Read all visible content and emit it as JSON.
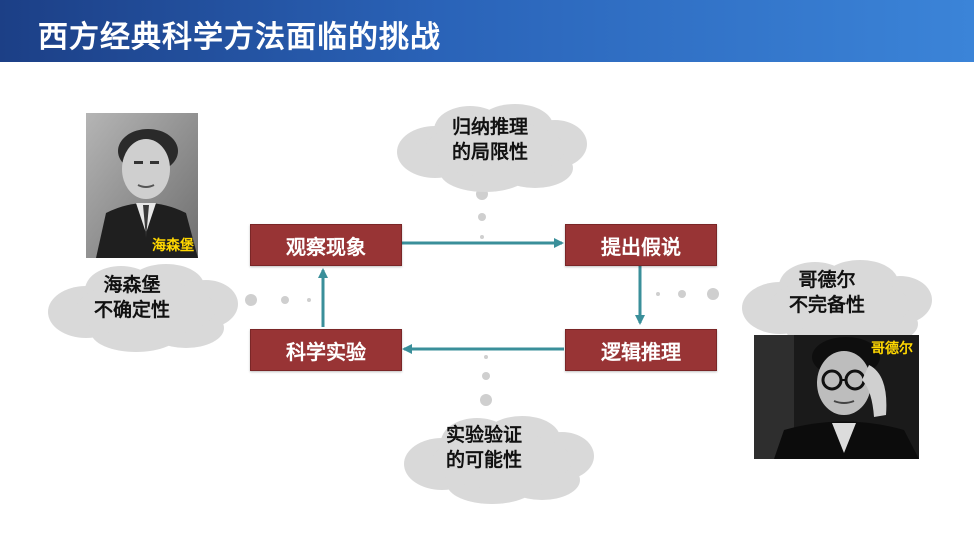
{
  "header": {
    "title": "西方经典科学方法面临的挑战"
  },
  "flow": {
    "observe": "观察现象",
    "hypothesis": "提出假说",
    "reasoning": "逻辑推理",
    "experiment": "科学实验"
  },
  "clouds": {
    "induction": [
      "归纳推理",
      "的局限性"
    ],
    "uncertainty": [
      "海森堡",
      "不确定性"
    ],
    "incompleteness": [
      "哥德尔",
      "不完备性"
    ],
    "verification": [
      "实验验证",
      "的可能性"
    ]
  },
  "photos": {
    "heisenberg": "海森堡",
    "godel": "哥德尔"
  },
  "colors": {
    "header": "#2a63b8",
    "box": "#983435",
    "arrow": "#3a8f9a",
    "cloud": "#d9d9d9",
    "dot": "#cfcfcf"
  }
}
